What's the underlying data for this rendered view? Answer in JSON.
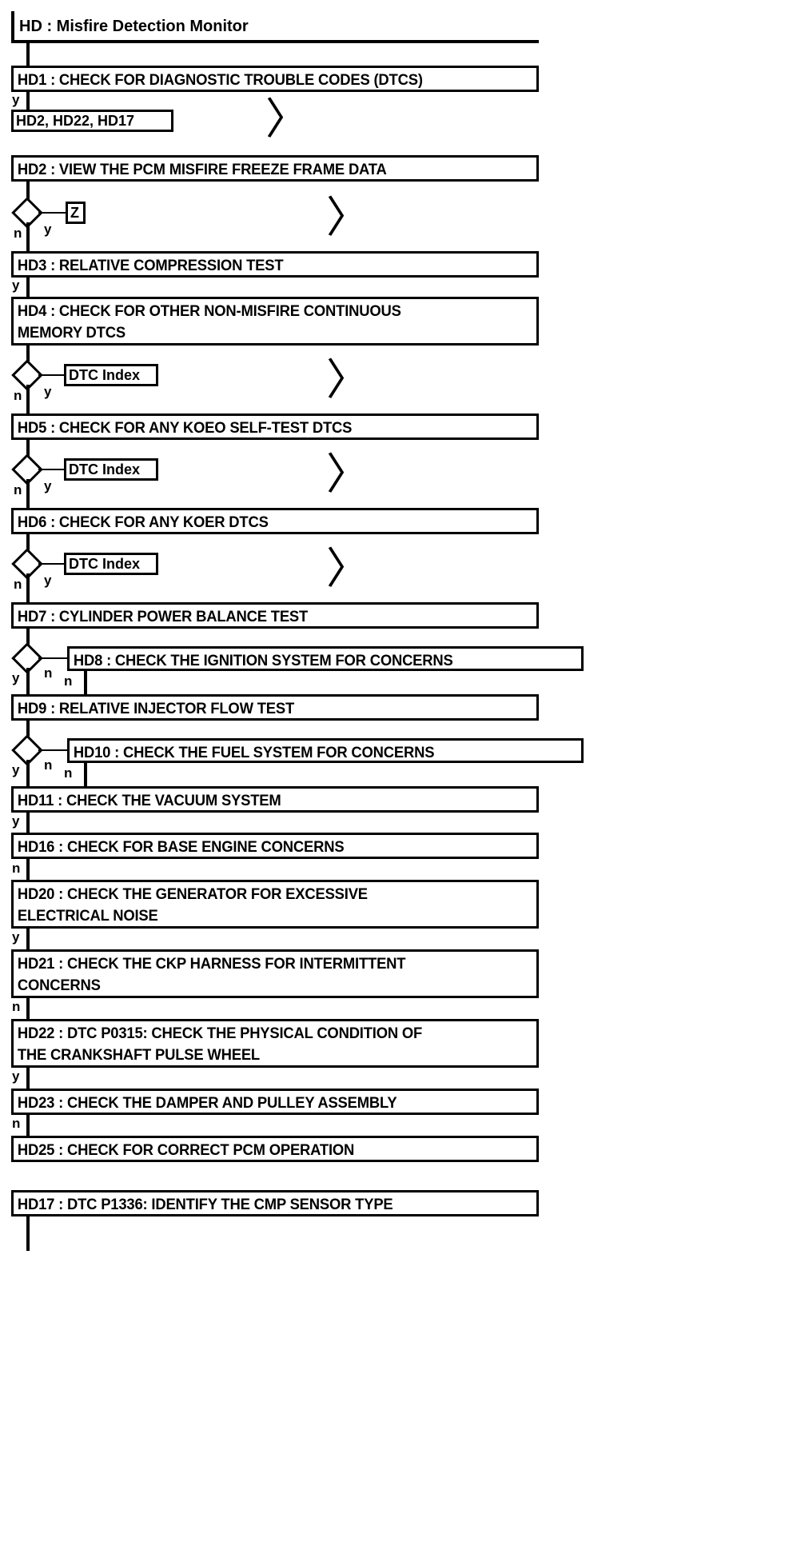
{
  "diagram": {
    "type": "flowchart",
    "title": "HD : Misfire Detection Monitor",
    "title_box": {
      "label": "HD : Misfire Detection Monitor"
    },
    "steps": [
      {
        "id": "HD1",
        "label": "HD1 : CHECK FOR DIAGNOSTIC TROUBLE CODES (DTCS)"
      },
      {
        "id": "HD2",
        "label": "HD2 : VIEW THE PCM MISFIRE FREEZE FRAME DATA"
      },
      {
        "id": "HD3",
        "label": "HD3 : RELATIVE COMPRESSION TEST"
      },
      {
        "id": "HD4",
        "label": "HD4 : CHECK FOR OTHER NON-MISFIRE CONTINUOUS\nMEMORY DTCS"
      },
      {
        "id": "HD5",
        "label": "HD5 : CHECK FOR ANY KOEO SELF-TEST DTCS"
      },
      {
        "id": "HD6",
        "label": "HD6 : CHECK FOR ANY KOER DTCS"
      },
      {
        "id": "HD7",
        "label": "HD7 : CYLINDER POWER BALANCE TEST"
      },
      {
        "id": "HD8",
        "label": "HD8 : CHECK THE IGNITION SYSTEM FOR CONCERNS"
      },
      {
        "id": "HD9",
        "label": "HD9 : RELATIVE INJECTOR FLOW TEST"
      },
      {
        "id": "HD10",
        "label": "HD10 : CHECK THE FUEL SYSTEM FOR CONCERNS"
      },
      {
        "id": "HD11",
        "label": "HD11 : CHECK THE VACUUM SYSTEM"
      },
      {
        "id": "HD16",
        "label": "HD16 : CHECK FOR BASE ENGINE CONCERNS"
      },
      {
        "id": "HD20",
        "label": "HD20 : CHECK THE GENERATOR FOR EXCESSIVE\nELECTRICAL NOISE"
      },
      {
        "id": "HD21",
        "label": "HD21 : CHECK THE CKP HARNESS FOR INTERMITTENT\nCONCERNS"
      },
      {
        "id": "HD22",
        "label": "HD22 : DTC P0315: CHECK THE PHYSICAL CONDITION OF\nTHE CRANKSHAFT PULSE WHEEL"
      },
      {
        "id": "HD23",
        "label": "HD23 : CHECK THE DAMPER AND PULLEY ASSEMBLY"
      },
      {
        "id": "HD25",
        "label": "HD25 : CHECK FOR CORRECT PCM OPERATION"
      },
      {
        "id": "HD17",
        "label": "HD17 : DTC P1336: IDENTIFY THE CMP SENSOR TYPE"
      }
    ],
    "refs": [
      {
        "id": "ref-hd2-hd22-hd17",
        "label": "HD2, HD22, HD17"
      },
      {
        "id": "ref-z",
        "label": "Z"
      },
      {
        "id": "ref-dtc-index-1",
        "label": "DTC Index"
      },
      {
        "id": "ref-dtc-index-2",
        "label": "DTC Index"
      },
      {
        "id": "ref-dtc-index-3",
        "label": "DTC Index"
      }
    ],
    "edge_labels": {
      "hd1_yes": "y",
      "hd2_no": "n",
      "hd2_yes": "y",
      "hd3_yes": "y",
      "hd4_no": "n",
      "hd4_yes": "y",
      "hd5_no": "n",
      "hd5_yes": "y",
      "hd6_no": "n",
      "hd6_yes": "y",
      "hd7_yes": "y",
      "hd7_no": "n",
      "hd8_no": "n",
      "hd9_yes": "y",
      "hd9_no": "n",
      "hd10_no": "n",
      "hd11_yes": "y",
      "hd16_no": "n",
      "hd20_yes": "y",
      "hd21_no": "n",
      "hd22_yes": "y",
      "hd23_no": "n"
    },
    "offpage_markers": [
      {
        "id": "chev-1",
        "glyph": "〉"
      },
      {
        "id": "chev-2",
        "glyph": "〉"
      },
      {
        "id": "chev-3",
        "glyph": "〉"
      },
      {
        "id": "chev-4",
        "glyph": "〉"
      },
      {
        "id": "chev-5",
        "glyph": "〉"
      }
    ],
    "colors": {
      "stroke": "#000000",
      "background": "#ffffff",
      "text": "#000000"
    }
  }
}
